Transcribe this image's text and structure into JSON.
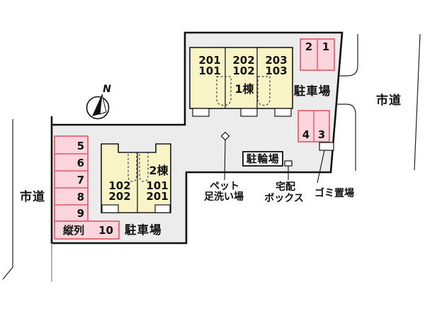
{
  "compass": {
    "north": "N"
  },
  "roads": {
    "left": "市道",
    "right": "市道"
  },
  "buildings": {
    "building1": {
      "name": "1棟",
      "units": [
        {
          "upper": "201",
          "lower": "101"
        },
        {
          "upper": "202",
          "lower": "102"
        },
        {
          "upper": "203",
          "lower": "103"
        }
      ]
    },
    "building2": {
      "name": "2棟",
      "units": [
        {
          "upper": "102",
          "lower": "202"
        },
        {
          "upper": "101",
          "lower": "201"
        }
      ]
    }
  },
  "parking": {
    "north_label": "駐車場",
    "south_label": "駐車場",
    "tandem": "縦列",
    "stall_numbers": [
      "1",
      "2",
      "3",
      "4",
      "5",
      "6",
      "7",
      "8",
      "9",
      "10"
    ]
  },
  "facilities": {
    "bicycle_parking": "駐輪場",
    "pet_wash": {
      "line1": "ペット",
      "line2": "足洗い場"
    },
    "delivery_box": {
      "line1": "宅配",
      "line2": "ボックス"
    },
    "garbage": "ゴミ置場"
  },
  "colors": {
    "ground": "#ececec",
    "building_fill": "#f8f4c6",
    "parking_fill": "#fbd4dc",
    "parking_border": "#df5668",
    "outline": "#111111"
  }
}
